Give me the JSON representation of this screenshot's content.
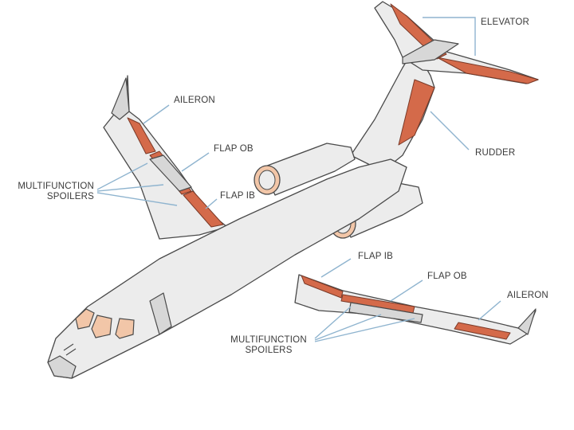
{
  "labels": {
    "elevator": "ELEVATOR",
    "rudder": "RUDDER",
    "aileron_left": "AILERON",
    "flap_ob_left": "FLAP OB",
    "flap_ib_left": "FLAP IB",
    "spoilers_left_line1": "MULTIFUNCTION",
    "spoilers_left_line2": "SPOILERS",
    "flap_ib_right": "FLAP IB",
    "flap_ob_right": "FLAP OB",
    "aileron_right": "AILERON",
    "spoilers_right_line1": "MULTIFUNCTION",
    "spoilers_right_line2": "SPOILERS"
  },
  "colors": {
    "control_surface": "#d46a4a",
    "leader_line": "#8fb4cf",
    "airframe": "#ececec",
    "window": "#f2c6a8"
  }
}
